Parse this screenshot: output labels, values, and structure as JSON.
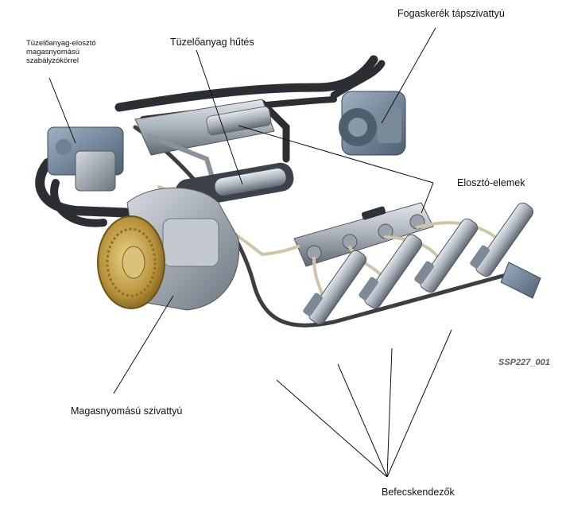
{
  "labels": {
    "gear_pump": "Fogaskerék tápszivattyú",
    "fuel_cooling": "Tüzelőanyag hűtés",
    "regulator": "Tüzelőanyag-elosztó magasnyomású szabályzókörrel",
    "distributor": "Elosztó-elemek",
    "hp_pump": "Magasnyomású szivattyú",
    "injectors": "Befecskendezők",
    "figure_code": "SSP227_001"
  },
  "colors": {
    "metal_light": "#c9ced4",
    "metal_mid": "#9aa3ad",
    "metal_dark": "#5d6670",
    "hose": "#2b2f34",
    "brass": "#c8a64a",
    "bg": "#ffffff"
  }
}
